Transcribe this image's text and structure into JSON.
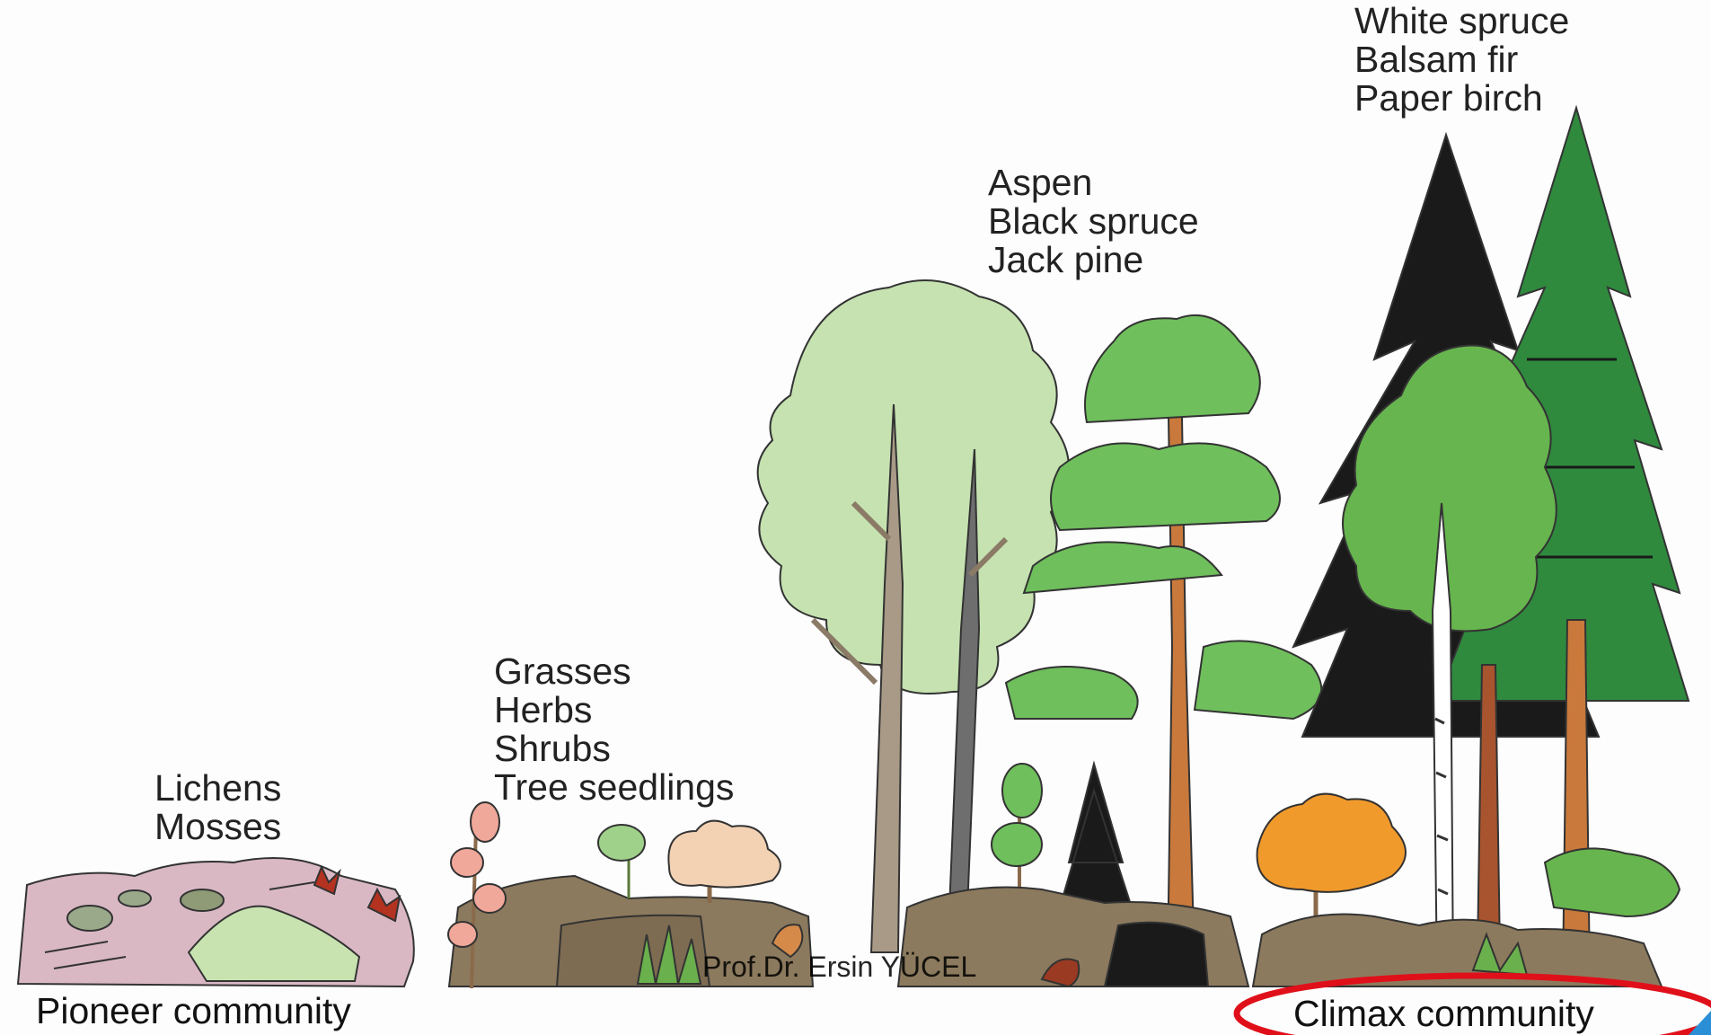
{
  "stages": [
    {
      "species": [
        "Lichens",
        "Mosses"
      ]
    },
    {
      "species": [
        "Grasses",
        "Herbs",
        "Shrubs",
        "Tree seedlings"
      ]
    },
    {
      "species": [
        "Aspen",
        "Black spruce",
        "Jack pine"
      ]
    },
    {
      "species": [
        "White spruce",
        "Balsam fir",
        "Paper birch"
      ]
    }
  ],
  "captions": {
    "pioneer": "Pioneer community",
    "climax": "Climax community"
  },
  "watermark": "Prof.Dr. Ersin YÜCEL",
  "colors": {
    "rock_pink": "#d9b8c4",
    "lichen_green": "#c8e3b0",
    "rock_brown": "#8c7a5e",
    "aspen_light_green": "#c5e2b0",
    "pine_green": "#6fbf5c",
    "spruce_black": "#1a1a1a",
    "birch_green": "#67b54e",
    "trunk_orange": "#c9793b",
    "shrub_peach": "#f3d2b4",
    "autumn_orange": "#f19a2c",
    "highlight_red": "#e0101a"
  }
}
